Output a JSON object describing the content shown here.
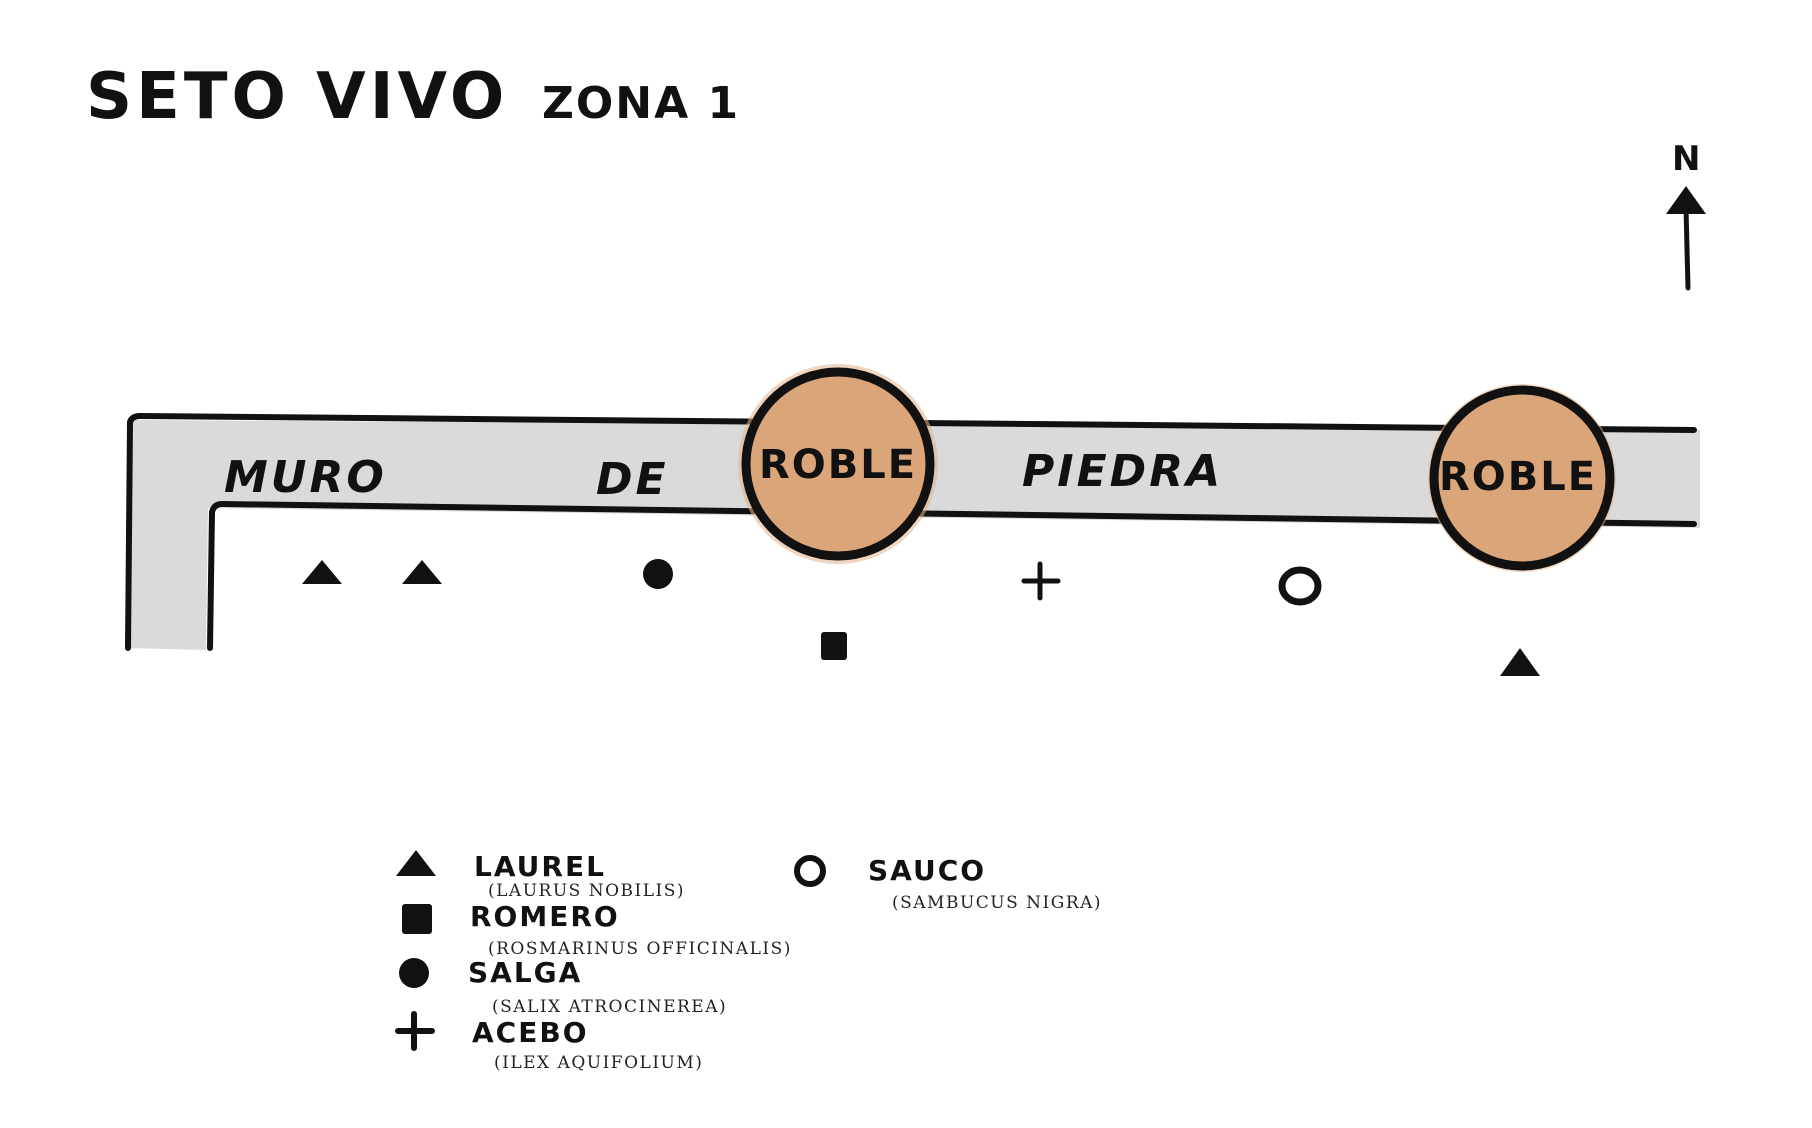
{
  "title": "SETO VIVO",
  "subtitle": "ZONA 1",
  "north_label": "N",
  "wall_words": [
    "MURO",
    "DE",
    "PIEDRA"
  ],
  "oaks": [
    {
      "label": "ROBLE",
      "fill": "#dba57a"
    },
    {
      "label": "ROBLE",
      "fill": "#dba57a"
    }
  ],
  "plants": [
    {
      "icon": "triangle",
      "species": "LAUREL"
    },
    {
      "icon": "triangle",
      "species": "LAUREL"
    },
    {
      "icon": "circle-filled",
      "species": "SALGA"
    },
    {
      "icon": "square",
      "species": "ROMERO"
    },
    {
      "icon": "plus",
      "species": "ACEBO"
    },
    {
      "icon": "circle-open",
      "species": "SAUCO"
    },
    {
      "icon": "triangle",
      "species": "LAUREL"
    }
  ],
  "legend": [
    {
      "icon": "triangle",
      "name": "LAUREL",
      "scientific": "(LAURUS NOBILIS)"
    },
    {
      "icon": "square",
      "name": "ROMERO",
      "scientific": "(ROSMARINUS OFFICINALIS)"
    },
    {
      "icon": "circle-filled",
      "name": "SALGA",
      "scientific": "(SALIX ATROCINEREA)"
    },
    {
      "icon": "plus",
      "name": "ACEBO",
      "scientific": "(ILEX AQUIFOLIUM)"
    },
    {
      "icon": "circle-open",
      "name": "SAUCO",
      "scientific": "(SAMBUCUS NIGRA)"
    }
  ],
  "colors": {
    "ink": "#111111",
    "wall": "#dadada",
    "oak": "#dba57a",
    "background": "#ffffff"
  }
}
